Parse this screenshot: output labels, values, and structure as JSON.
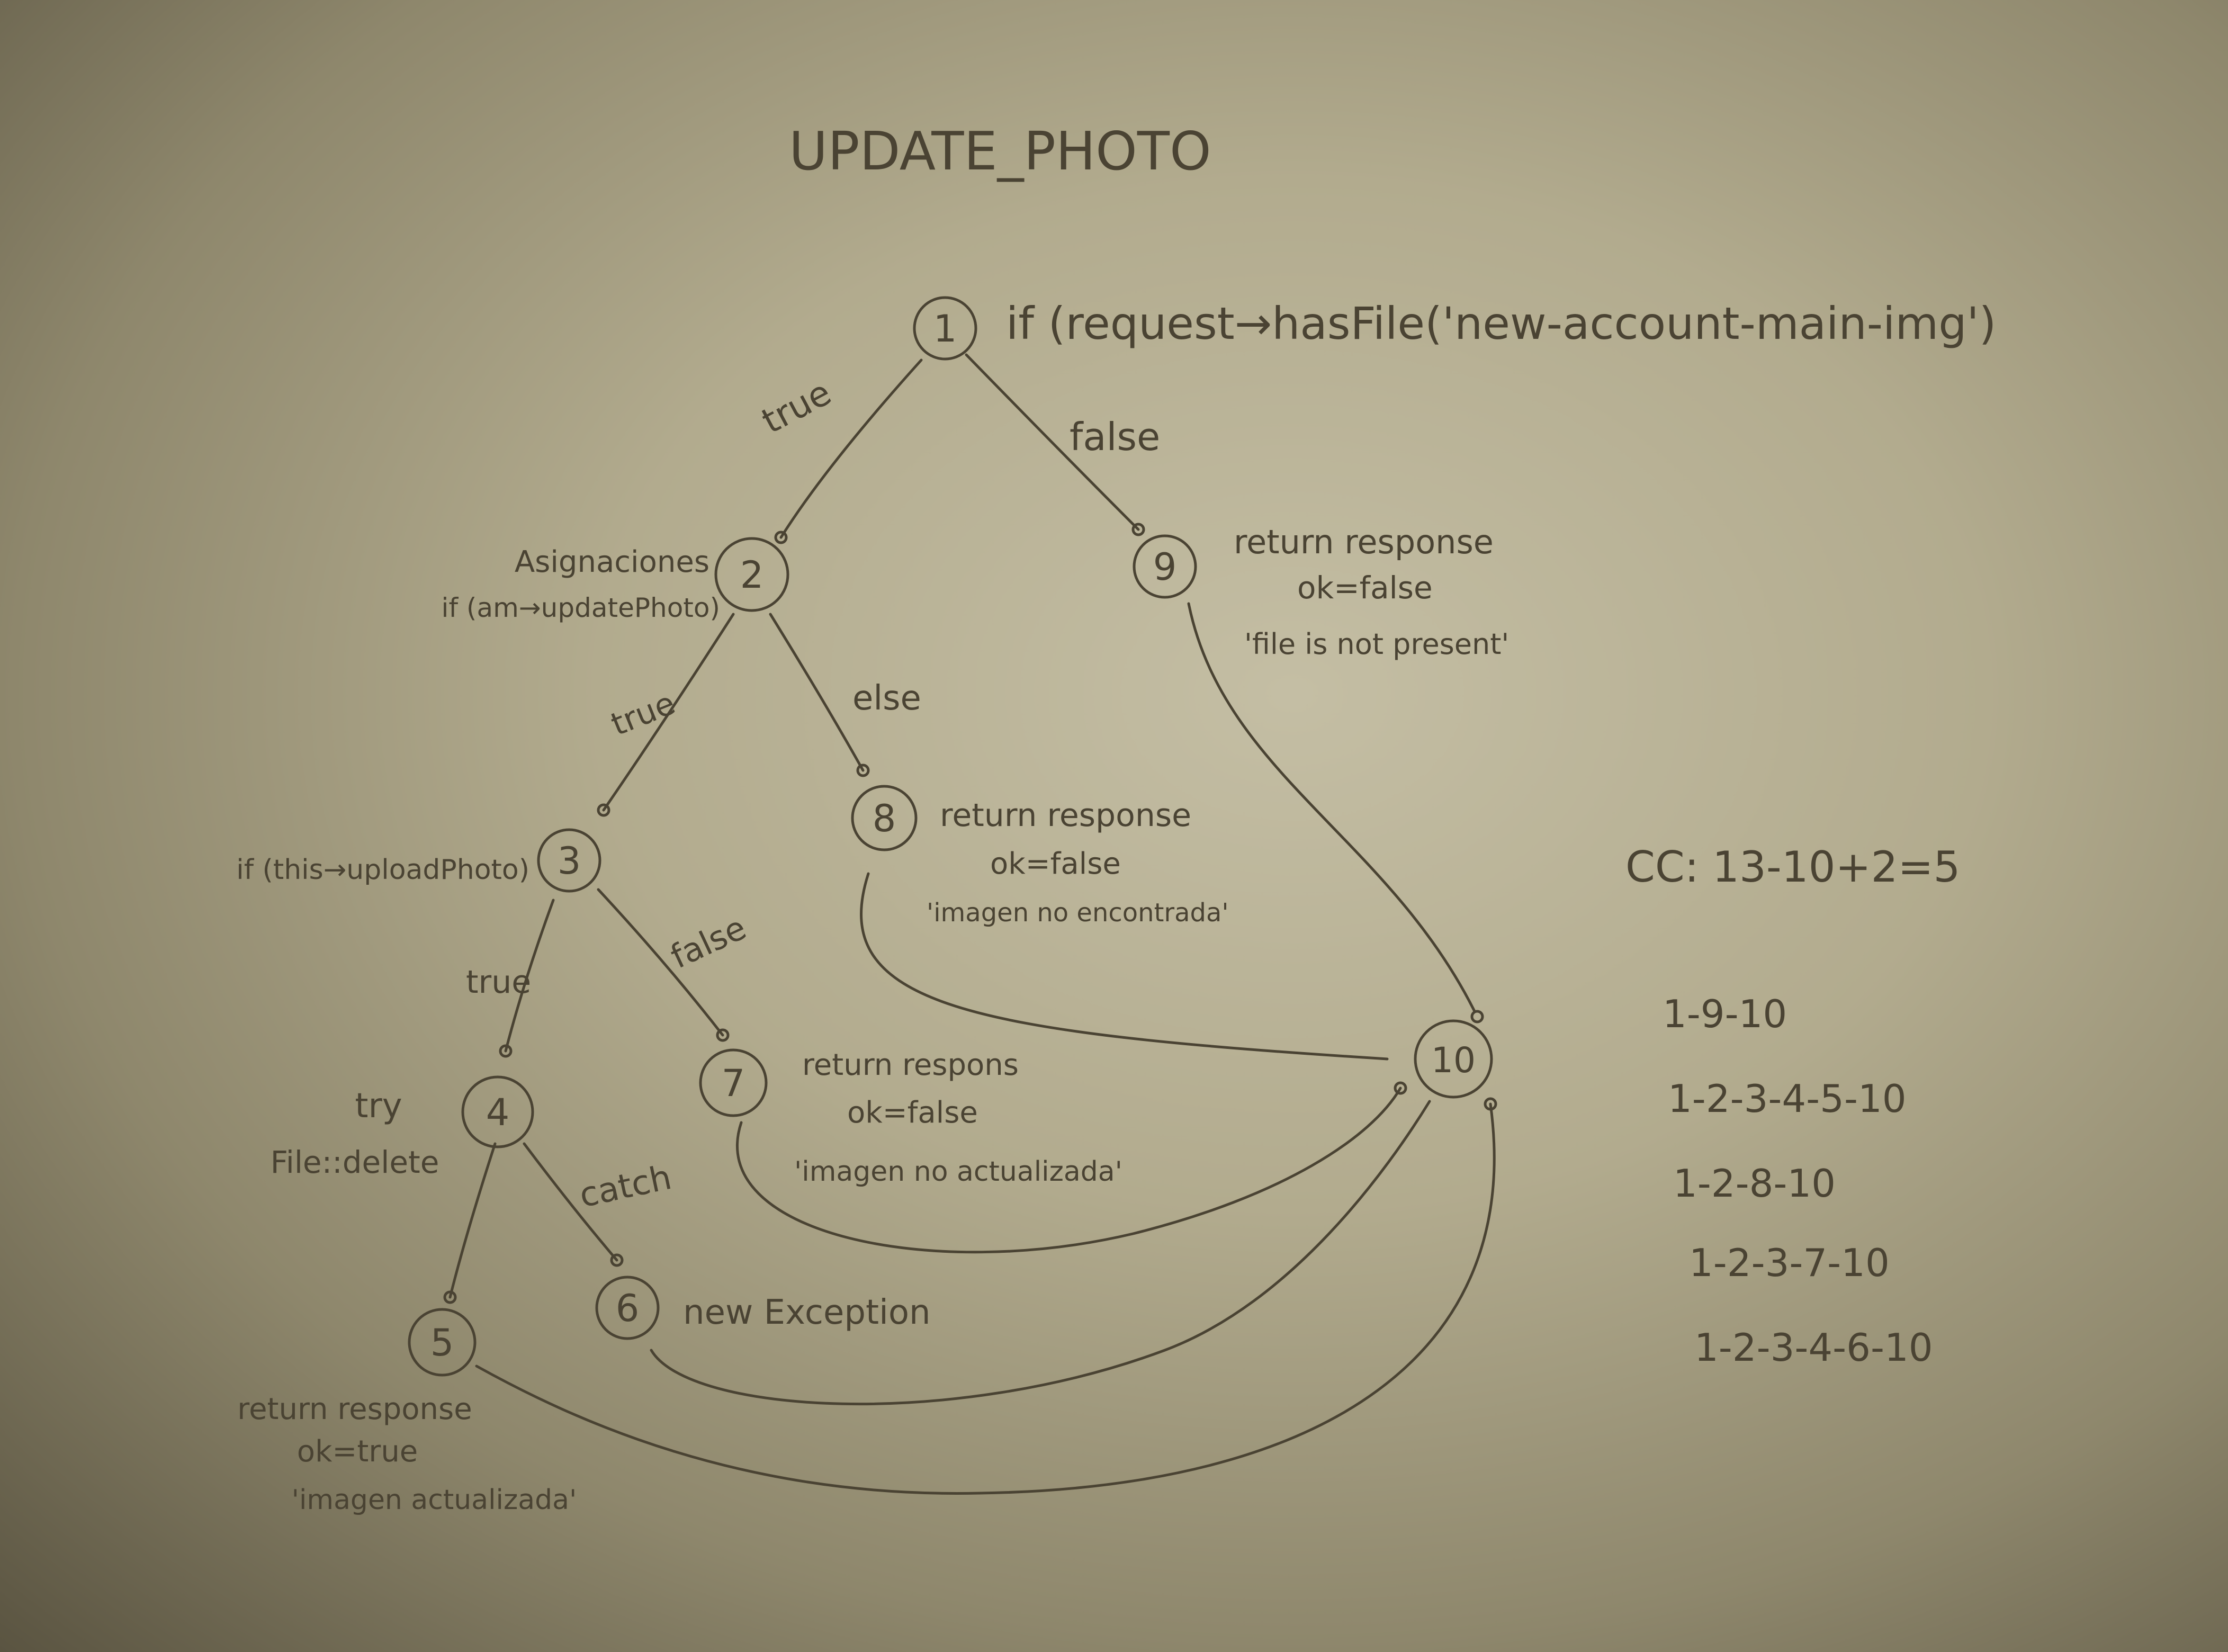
{
  "title": "UPDATE_PHOTO",
  "nodes": [
    {
      "id": "1",
      "label": "1",
      "note_lines": [
        "if (request→hasFile('new-account-main-img')"
      ]
    },
    {
      "id": "2",
      "label": "2",
      "note_lines": [
        "Asignaciones",
        "if (am→updatePhoto)"
      ]
    },
    {
      "id": "3",
      "label": "3",
      "note_lines": [
        "if (this→uploadPhoto)"
      ]
    },
    {
      "id": "4",
      "label": "4",
      "note_lines": [
        "try",
        "File::delete"
      ]
    },
    {
      "id": "5",
      "label": "5",
      "note_lines": [
        "return response",
        "ok=true",
        "'imagen actualizada'"
      ]
    },
    {
      "id": "6",
      "label": "6",
      "note_lines": [
        "new Exception"
      ]
    },
    {
      "id": "7",
      "label": "7",
      "note_lines": [
        "return respons",
        "ok=false",
        "'imagen no actualizada'"
      ]
    },
    {
      "id": "8",
      "label": "8",
      "note_lines": [
        "return response",
        "ok=false",
        "'imagen no encontrada'"
      ]
    },
    {
      "id": "9",
      "label": "9",
      "note_lines": [
        "return response",
        "ok=false",
        "'file is not present'"
      ]
    },
    {
      "id": "10",
      "label": "10",
      "note_lines": []
    }
  ],
  "edges": [
    {
      "from": "1",
      "to": "2",
      "label": "true"
    },
    {
      "from": "1",
      "to": "9",
      "label": "false"
    },
    {
      "from": "2",
      "to": "3",
      "label": "true"
    },
    {
      "from": "2",
      "to": "8",
      "label": "else"
    },
    {
      "from": "3",
      "to": "4",
      "label": "true"
    },
    {
      "from": "3",
      "to": "7",
      "label": "false"
    },
    {
      "from": "4",
      "to": "5",
      "label": ""
    },
    {
      "from": "4",
      "to": "6",
      "label": "catch"
    },
    {
      "from": "9",
      "to": "10",
      "label": ""
    },
    {
      "from": "8",
      "to": "10",
      "label": ""
    },
    {
      "from": "7",
      "to": "10",
      "label": ""
    },
    {
      "from": "6",
      "to": "10",
      "label": ""
    },
    {
      "from": "5",
      "to": "10",
      "label": ""
    }
  ],
  "complexity": "CC: 13-10+2=5",
  "paths": [
    "1-9-10",
    "1-2-3-4-5-10",
    "1-2-8-10",
    "1-2-3-7-10",
    "1-2-3-4-6-10"
  ],
  "colors": {
    "paper": "#b2ab8e",
    "ink": "#4a4333"
  }
}
